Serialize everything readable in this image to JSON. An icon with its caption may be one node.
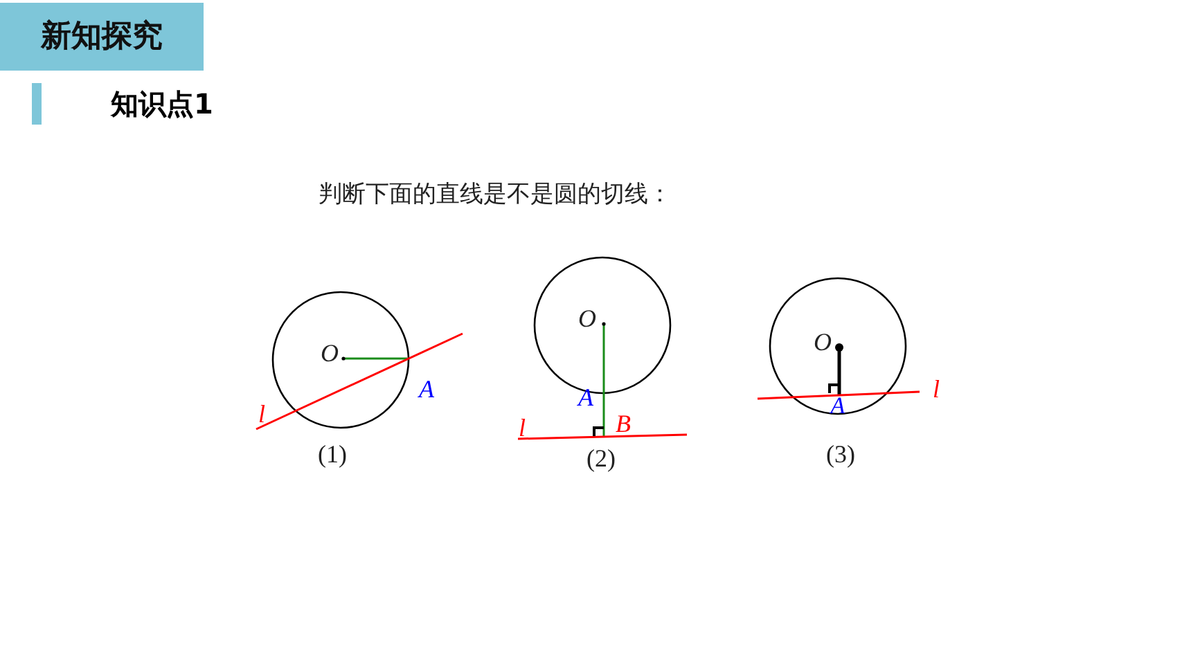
{
  "diagram": {
    "title": "新知探究",
    "labels": [
      "知识点1",
      "判断下面的直线是不是圆的切线：",
      "O",
      "l",
      "A",
      "(1)",
      "O",
      "A",
      "l",
      "B",
      "(2)",
      "O",
      "l",
      "A",
      "(3)"
    ]
  }
}
